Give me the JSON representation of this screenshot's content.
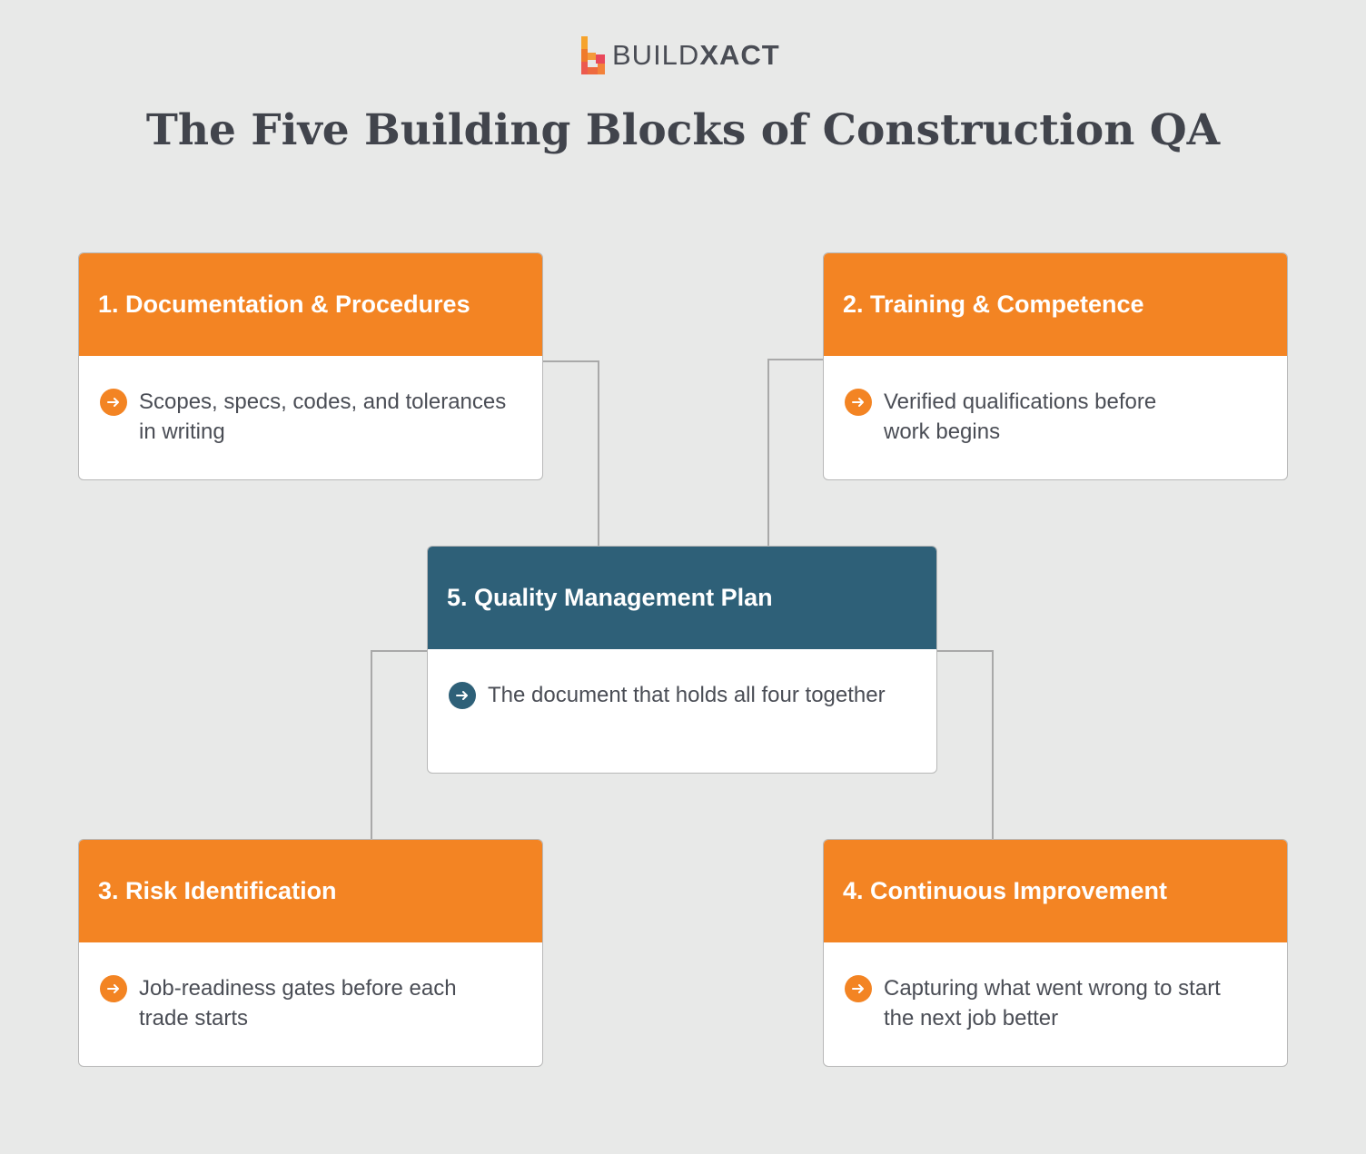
{
  "brand": {
    "name_light": "BUILD",
    "name_bold": "XACT"
  },
  "title": "The Five Building Blocks of Construction QA",
  "colors": {
    "orange": "#f38423",
    "blue": "#2e6078",
    "text": "#4a4d55",
    "background": "#e8e9e8"
  },
  "blocks": [
    {
      "heading": "1. Documentation & Procedures",
      "text": "Scopes, specs, codes, and tolerances in writing"
    },
    {
      "heading": "2. Training & Competence",
      "text": "Verified qualifications before work begins"
    },
    {
      "heading": "3. Risk Identification",
      "text": "Job-readiness gates before each trade starts"
    },
    {
      "heading": "4. Continuous Improvement",
      "text": "Capturing what went wrong to start the next job better"
    },
    {
      "heading": "5. Quality Management Plan",
      "text": "The document that holds all four together"
    }
  ],
  "bullet_icon": "arrow-right-circle-icon"
}
